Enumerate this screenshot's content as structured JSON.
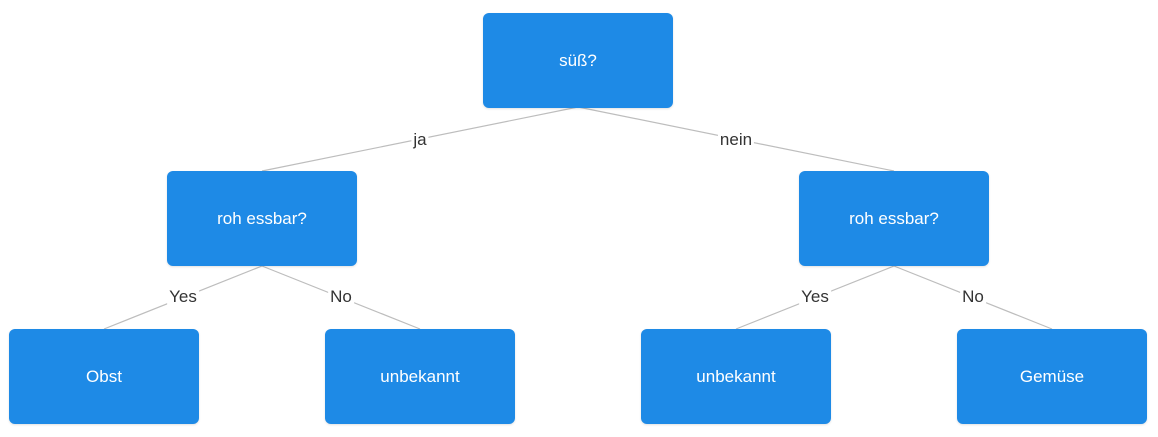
{
  "diagram": {
    "nodes": [
      {
        "id": "root",
        "label": "süß?"
      },
      {
        "id": "left",
        "label": "roh essbar?"
      },
      {
        "id": "right",
        "label": "roh essbar?"
      },
      {
        "id": "ll",
        "label": "Obst"
      },
      {
        "id": "lr",
        "label": "unbekannt"
      },
      {
        "id": "rl",
        "label": "unbekannt"
      },
      {
        "id": "rr",
        "label": "Gemüse"
      }
    ],
    "edges": [
      {
        "from": "root",
        "to": "left",
        "label": "ja"
      },
      {
        "from": "root",
        "to": "right",
        "label": "nein"
      },
      {
        "from": "left",
        "to": "ll",
        "label": "Yes"
      },
      {
        "from": "left",
        "to": "lr",
        "label": "No"
      },
      {
        "from": "right",
        "to": "rl",
        "label": "Yes"
      },
      {
        "from": "right",
        "to": "rr",
        "label": "No"
      }
    ],
    "colors": {
      "node_fill": "#1e8ae6",
      "node_text": "#ffffff",
      "edge": "#bdbdbd",
      "edge_label": "#333333"
    }
  }
}
